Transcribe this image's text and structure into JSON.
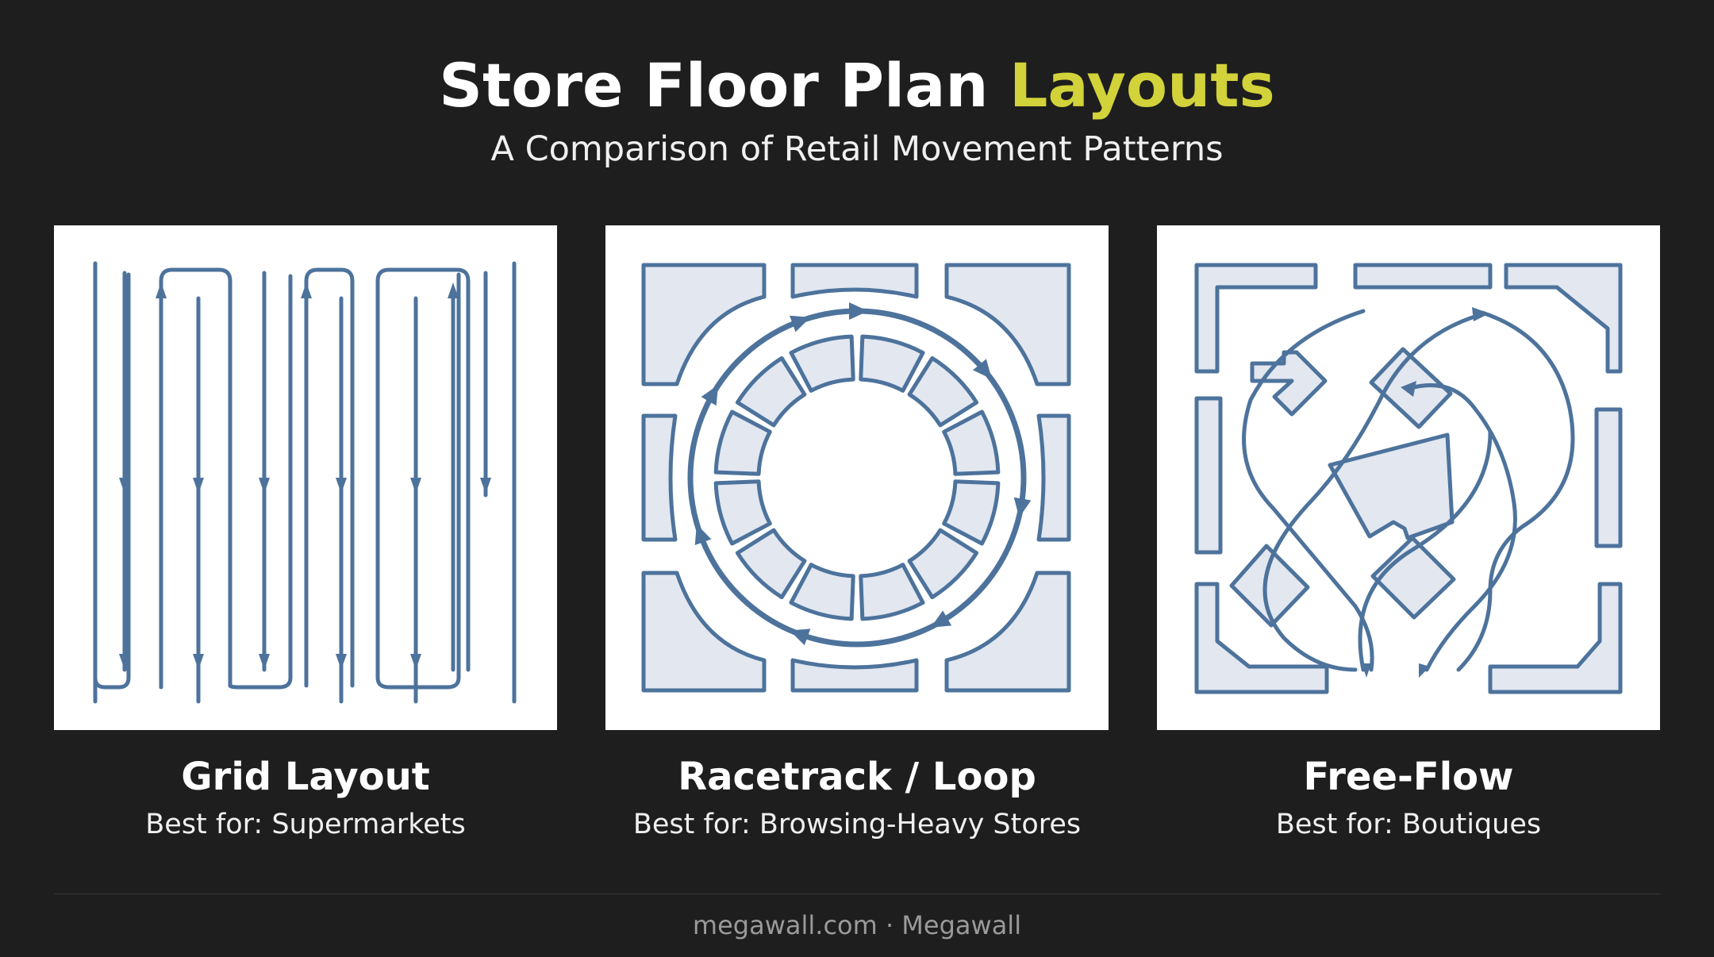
{
  "header": {
    "title_main": "Store Floor Plan",
    "title_accent": "Layouts",
    "subtitle": "A Comparison of Retail Movement Patterns"
  },
  "panels": [
    {
      "name": "Grid Layout",
      "best_for": "Best for: Supermarkets"
    },
    {
      "name": "Racetrack / Loop",
      "best_for": "Best for: Browsing-Heavy Stores"
    },
    {
      "name": "Free-Flow",
      "best_for": "Best for: Boutiques"
    }
  ],
  "footer": {
    "text": "megawall.com · Megawall"
  },
  "colors": {
    "background": "#1e1e1e",
    "accent": "#d2d23a",
    "line": "#4d739c",
    "fixture_fill": "#e2e7f0"
  }
}
